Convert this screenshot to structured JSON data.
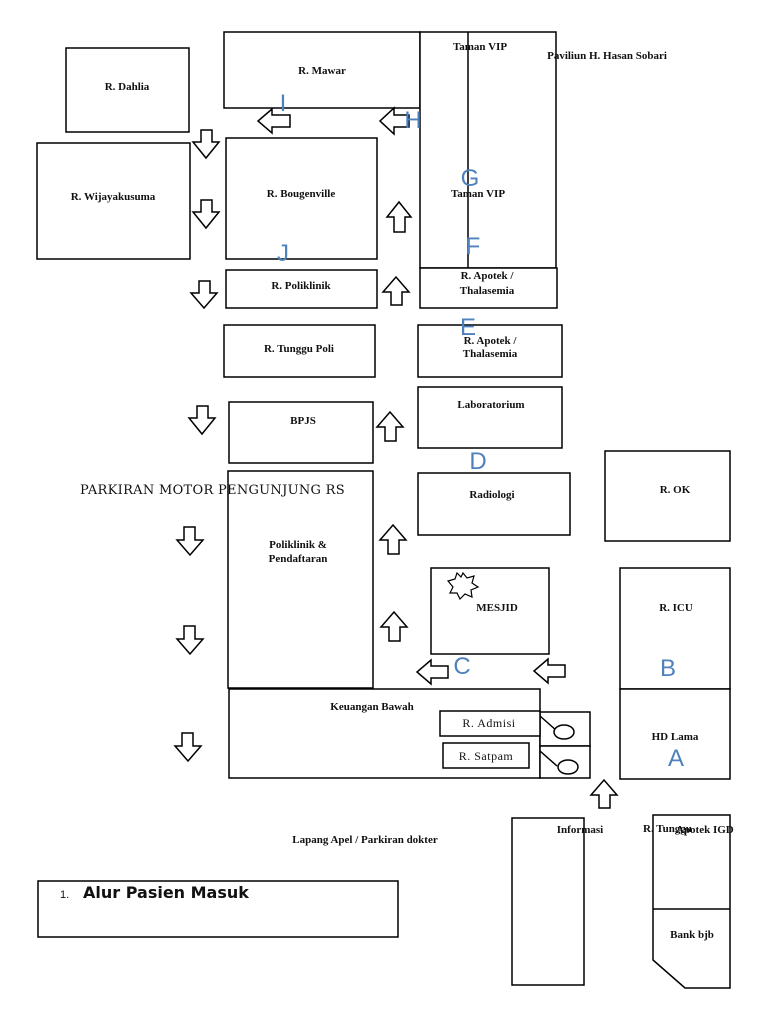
{
  "rooms": {
    "dahlia": "R. Dahlia",
    "mawar": "R. Mawar",
    "taman_vip_top": "Taman VIP",
    "paviliun": "Paviliun H. Hasan Sobari",
    "wijayakusuma": "R. Wijayakusuma",
    "bougenville": "R. Bougenville",
    "taman_vip_mid": "Taman VIP",
    "poliklinik": "R. Poliklinik",
    "apotek1_line1": "R. Apotek /",
    "apotek1_line2": "Thalasemia",
    "tunggu_poli": "R. Tunggu Poli",
    "apotek2_line1": "R. Apotek /",
    "apotek2_line2": "Thalasemia",
    "bpjs": "BPJS",
    "laboratorium": "Laboratorium",
    "parkiran_motor": "PARKIRAN MOTOR PENGUNJUNG  RS",
    "radiologi": "Radiologi",
    "ok": "R. OK",
    "pendaftaran_line1": "Poliklinik &",
    "pendaftaran_line2": "Pendaftaran",
    "mesjid": "MESJID",
    "icu": "R. ICU",
    "keuangan": "Keuangan Bawah",
    "admisi": "R. Admisi",
    "satpam": "R. Satpam",
    "hd_lama": "HD Lama",
    "lapang_apel": "Lapang Apel / Parkiran dokter",
    "informasi": "Informasi",
    "tunggu": "R. Tunggu",
    "apotek_igd": "Apotek IGD",
    "bank": "Bank bjb"
  },
  "markers": {
    "a": "A",
    "b": "B",
    "c": "C",
    "d": "D",
    "e": "E",
    "f": "F",
    "g": "G",
    "h": "H",
    "i": "I",
    "j": "J"
  },
  "marker_color": "#4f81bd",
  "legend": {
    "number": "1.",
    "title": "Alur Pasien Masuk"
  }
}
